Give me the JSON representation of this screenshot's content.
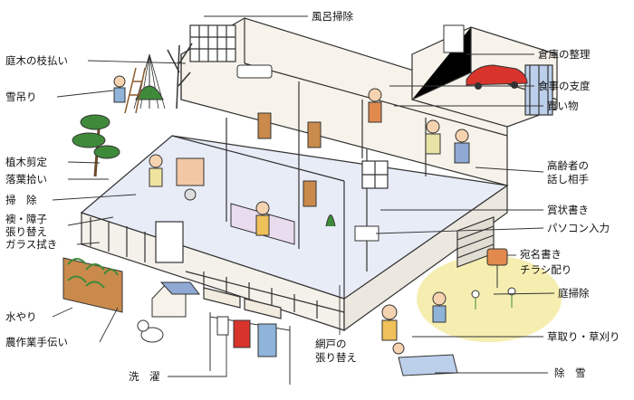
{
  "left_labels": [
    "庭木の枝払い",
    "雪吊り",
    "植木剪定",
    "落葉拾い",
    "掃　除",
    "襖・障子",
    "張り替え",
    "ガラス拭き",
    "水やり",
    "農作業手伝い"
  ],
  "right_labels": [
    "風呂掃除",
    "倉庫の整理",
    "食事の支度",
    "買い物",
    "高齢者の",
    "話し相手",
    "賞状書き",
    "パソコン入力",
    "宛名書き",
    "チラシ配り",
    "庭掃除",
    "草取り・草刈り",
    "除　雪"
  ],
  "bottom_labels": [
    "洗　濯",
    "網戸の",
    "張り替え"
  ],
  "colors": {
    "line": "#333333",
    "floor": "#e8ecf7",
    "wall": "#f7f3ea",
    "wood": "#c98a4b",
    "tree": "#3f8a3a",
    "car": "#d8342b",
    "snow": "#bcd0ec",
    "sun": "#f6eeb0"
  }
}
